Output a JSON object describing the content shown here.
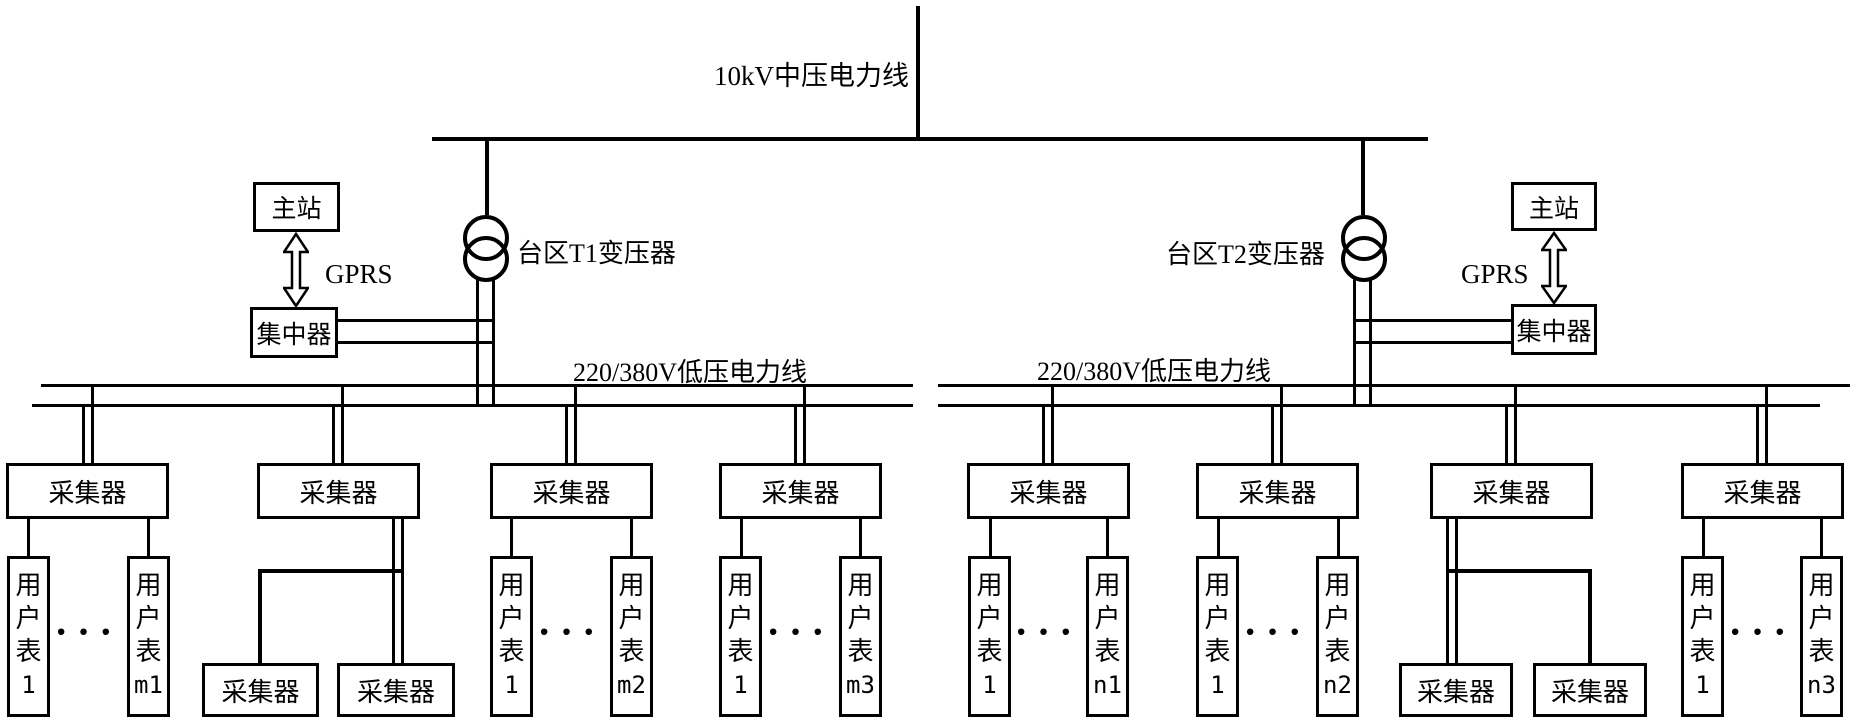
{
  "labels": {
    "mv_line": "10kV中压电力线",
    "lv_line_left": "220/380V低压电力线",
    "lv_line_right": "220/380V低压电力线",
    "transformer_t1": "台区T1变压器",
    "transformer_t2": "台区T2变压器",
    "master_station_left": "主站",
    "master_station_right": "主站",
    "concentrator_left": "集中器",
    "concentrator_right": "集中器",
    "gprs_left": "GPRS",
    "gprs_right": "GPRS",
    "collector": "采集器",
    "meter_prefix": "用户表",
    "ellipsis": "···"
  },
  "groups": [
    {
      "collector": "采集器",
      "meters": [
        "1",
        "m1"
      ]
    },
    {
      "collector": "采集器",
      "sub_collectors": [
        "采集器",
        "采集器"
      ]
    },
    {
      "collector": "采集器",
      "meters": [
        "1",
        "m2"
      ]
    },
    {
      "collector": "采集器",
      "meters": [
        "1",
        "m3"
      ]
    },
    {
      "collector": "采集器",
      "meters": [
        "1",
        "n1"
      ]
    },
    {
      "collector": "采集器",
      "meters": [
        "1",
        "n2"
      ]
    },
    {
      "collector": "采集器",
      "sub_collectors": [
        "采集器",
        "采集器"
      ]
    },
    {
      "collector": "采集器",
      "meters": [
        "1",
        "n3"
      ]
    }
  ],
  "colors": {
    "line": "#000000",
    "background": "#ffffff"
  }
}
